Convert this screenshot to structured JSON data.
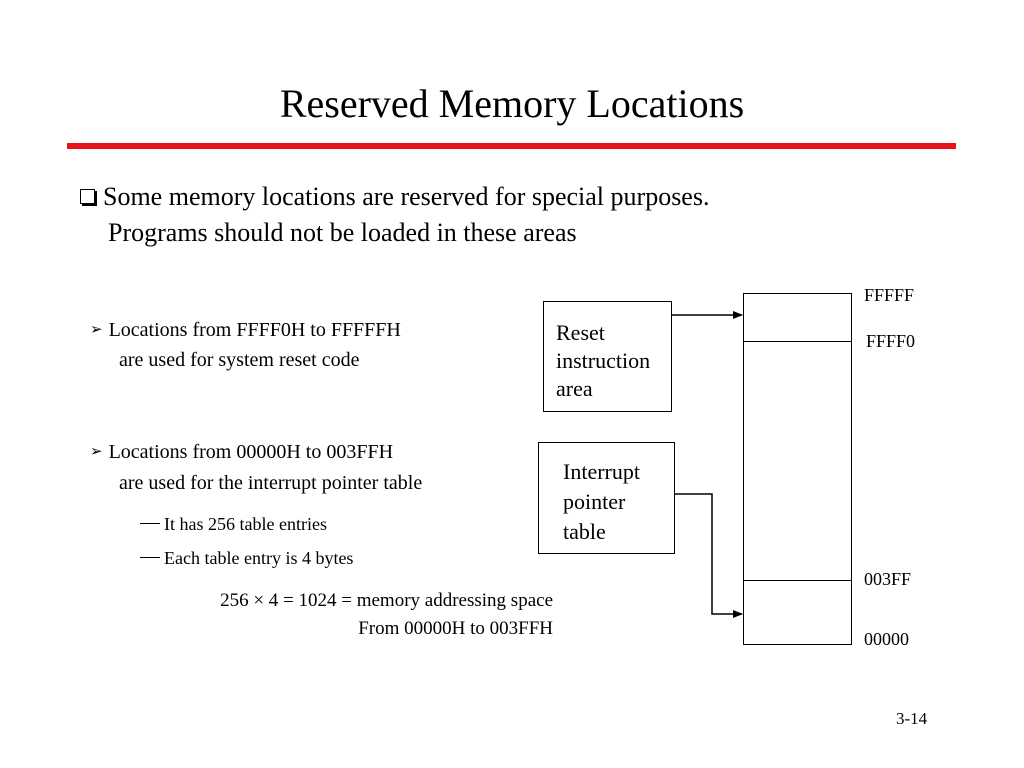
{
  "title": "Reserved Memory Locations",
  "intro": {
    "bullet_icon": "square-bullet-icon",
    "line1": "Some memory locations are reserved for special purposes.",
    "line2": "Programs should not be loaded in these areas"
  },
  "reset_item": {
    "bullet_icon": "arrowhead-bullet-icon",
    "line1": "Locations from FFFF0H to FFFFFH",
    "line2": "are used for system reset code"
  },
  "interrupt_item": {
    "bullet_icon": "arrowhead-bullet-icon",
    "line1": "Locations from 00000H to 003FFH",
    "line2": "are used for the interrupt pointer table",
    "subpoints": [
      "It has 256 table entries",
      "Each table entry is 4 bytes"
    ]
  },
  "calculation": {
    "line1": "256 × 4 = 1024 = memory addressing space",
    "line2": "From 00000H to 003FFH"
  },
  "diagram": {
    "reset_box": [
      "Reset",
      "instruction",
      "area"
    ],
    "interrupt_box": [
      "Interrupt",
      "pointer",
      "table"
    ],
    "addresses": {
      "top": "FFFFF",
      "reset_start": "FFFF0",
      "interrupt_end": "003FF",
      "bottom": "00000"
    }
  },
  "page_number": "3-14",
  "colors": {
    "rule": "#e8141c",
    "text": "#000000",
    "background": "#ffffff"
  }
}
